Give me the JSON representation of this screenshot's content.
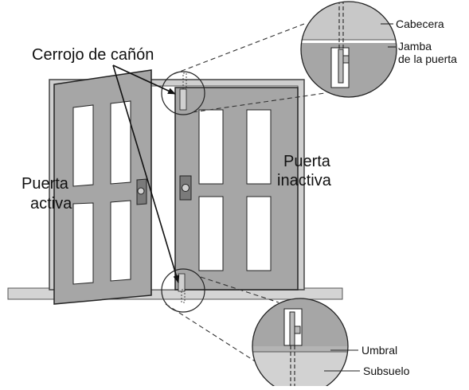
{
  "labels": {
    "barrel_bolt": "Cerrojo de cañón",
    "active_door_line1": "Puerta",
    "active_door_line2": "activa",
    "inactive_door_line1": "Puerta",
    "inactive_door_line2": "inactiva",
    "header": "Cabecera",
    "door_jamb_line1": "Jamba",
    "door_jamb_line2": "de la puerta",
    "threshold": "Umbral",
    "subfloor": "Subsuelo"
  },
  "colors": {
    "door_fill": "#a6a6a6",
    "frame_fill": "#cfcfcf",
    "floor_fill": "#d4d4d4",
    "stroke": "#222222",
    "glass": "#ffffff"
  }
}
